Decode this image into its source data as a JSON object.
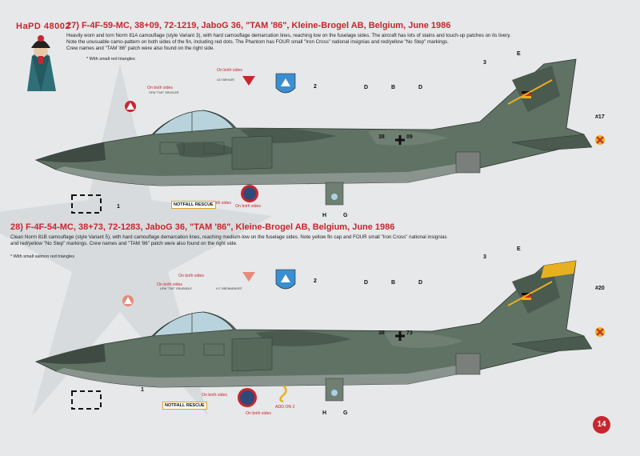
{
  "header": {
    "code": "HaPD 48002"
  },
  "profiles": [
    {
      "title": "27) F-4F-59-MC, 38+09, 72-1219, JaboG 36, \"TAM '86\", Kleine-Brogel AB, Belgium, June 1986",
      "desc1": "Heavily worn and torn Norm 81A camouflage (style Variant 3), with hard camouflage demarcation lines, reaching low on the fuselage sides. The aircraft has lots of  stains and touch-up patches on its livery.",
      "desc2": "Note the unusuable camo-pattern on both sides of the fin, including red dots. The Phantom has FOUR small \"Iron Cross\" national insignias and red/yellow \"No Step\" markings.",
      "desc3": "Crew names and \"TAM '86\" patch were also found on the right side.",
      "note": "* With small red triangles",
      "serial_left": "38",
      "serial_right": "09",
      "fin_number": "#17",
      "on_both_sides_1": "On both sides",
      "on_both_sides_2": "On both sides",
      "on_both_sides_3": "On both sides",
      "on_both_sides_4": "On both sides",
      "tiny_1": "OFW \"TUE\" GRUSLER",
      "tiny_2": "ULT BEHLER",
      "rescue": "NOTFALL RESCUE"
    },
    {
      "title": "28) F-4F-54-MC, 38+73, 72-1283, JaboG 36, \"TAM '86\", Kleine-Brogel AB, Belgium, June 1986",
      "desc1": "Clean Norm 81B camouflage (style Variant 5), with hard camouflage demarcation lines, reaching medium-low on the fuselage sides. Note yellow fin cap and FOUR small \"Iron Cross\" national insignias",
      "desc2": "and red/yellow \"No Step\" markings. Crew names and \"TAM '86\" patch were also found on the right side.",
      "note": "* With small salmon red triangles",
      "serial_left": "38",
      "serial_right": "73",
      "fin_number": "#20",
      "on_both_sides_1": "On both sides",
      "on_both_sides_2": "On both sides",
      "on_both_sides_3": "On both sides",
      "on_both_sides_4": "On both sides",
      "add_on": "ADD ON 2",
      "tiny_1": "UFW \"TUE\" GRUENDLE",
      "tiny_2": "H.T. BRENNEMORT",
      "rescue": "NOTFALL RESCUE"
    }
  ],
  "callouts": {
    "three": "3",
    "e": "E",
    "d": "D",
    "b": "B",
    "two": "2",
    "one": "1",
    "h": "H",
    "g": "G"
  },
  "page_number": "14",
  "colors": {
    "accent_red": "#c8262e",
    "camo_dark": "#4b5a4e",
    "camo_green": "#5f7263",
    "camo_grey": "#8a948e",
    "fin_cap_yellow": "#e8b020"
  }
}
